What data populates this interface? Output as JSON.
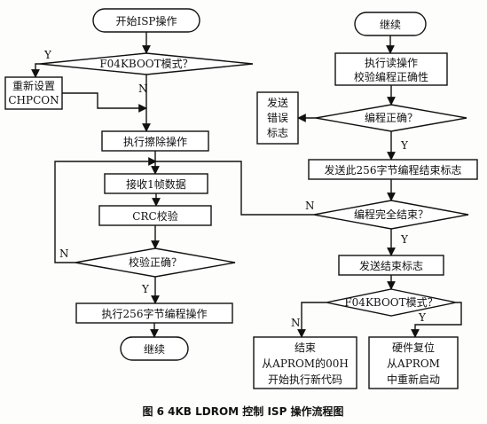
{
  "diagram": {
    "caption": "图 6   4KB LDROM 控制 ISP 操作流程图",
    "left": {
      "start": "开始ISP操作",
      "decision_f04kboot": "F04KBOOT模式？",
      "reset_chpcon": [
        "重新设置",
        "CHPCON"
      ],
      "erase": "执行擦除操作",
      "receive_frame": "接收1帧数据",
      "crc_check": "CRC校验",
      "decision_check_ok": "校验正确？",
      "program_256": "执行256字节编程操作",
      "continue": "继续"
    },
    "right": {
      "continue": "继续",
      "read_verify": [
        "执行读操作",
        "校验编程正确性"
      ],
      "send_error": [
        "发送",
        "错误",
        "标志"
      ],
      "decision_program_ok": "编程正确？",
      "send_256_done": "发送此256字节编程结束标志",
      "decision_all_done": "编程完全结束？",
      "send_end_flag": "发送结束标志",
      "decision_f04kboot": "F04KBOOT模式？",
      "end_box": [
        "结束",
        "从APROM的00H",
        "开始执行新代码"
      ],
      "hw_reset_box": [
        "硬件复位",
        "从APROM",
        "中重新启动"
      ]
    },
    "branch_labels": {
      "yes": "Y",
      "no": "N"
    }
  }
}
